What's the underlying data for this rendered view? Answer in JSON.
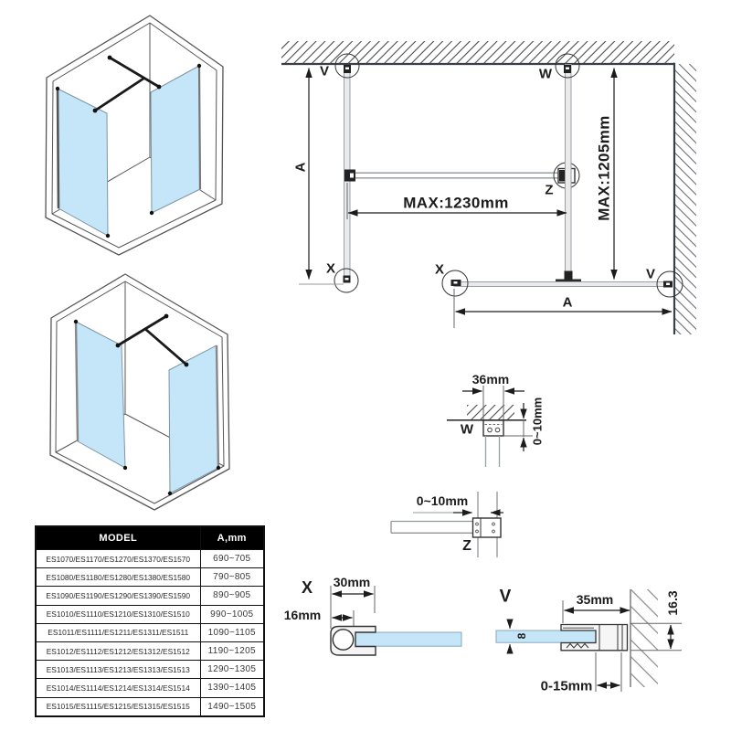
{
  "colors": {
    "glass_blue": "#c5e6f8",
    "line_dark": "#1c1c1c",
    "line_gray": "#8f959a",
    "panel_gray": "#eaeaea",
    "table_header_bg": "#000000",
    "table_header_text": "#ffffff"
  },
  "plan": {
    "label_v_top": "V",
    "label_w": "W",
    "label_z": "Z",
    "label_x_left": "X",
    "label_x_mid": "X",
    "label_v_right": "V",
    "dim_a_left": "A",
    "dim_a_bottom": "A",
    "dim_max_width": "MAX:1230mm",
    "dim_max_height": "MAX:1205mm"
  },
  "detail_w": {
    "label": "W",
    "dim_width": "36mm",
    "dim_range": "0~10mm"
  },
  "detail_z": {
    "label": "Z",
    "dim_range": "0~10mm"
  },
  "detail_x": {
    "label": "X",
    "dim_width": "30mm",
    "dim_inset": "16mm"
  },
  "detail_v": {
    "label": "V",
    "dim_width": "35mm",
    "dim_glass": "8",
    "dim_height": "16.3",
    "dim_range": "0-15mm"
  },
  "table": {
    "headers": [
      "MODEL",
      "A,mm"
    ],
    "rows": [
      {
        "model": "ES1070/ES1170/ES1270/ES1370/ES1570",
        "a": "690~705"
      },
      {
        "model": "ES1080/ES1180/ES1280/ES1380/ES1580",
        "a": "790~805"
      },
      {
        "model": "ES1090/ES1190/ES1290/ES1390/ES1590",
        "a": "890~905"
      },
      {
        "model": "ES1010/ES1110/ES1210/ES1310/ES1510",
        "a": "990~1005"
      },
      {
        "model": "ES1011/ES1111/ES1211/ES1311/ES1511",
        "a": "1090~1105"
      },
      {
        "model": "ES1012/ES1112/ES1212/ES1312/ES1512",
        "a": "1190~1205"
      },
      {
        "model": "ES1013/ES1113/ES1213/ES1313/ES1513",
        "a": "1290~1305"
      },
      {
        "model": "ES1014/ES1114/ES1214/ES1314/ES1514",
        "a": "1390~1405"
      },
      {
        "model": "ES1015/ES1115/ES1215/ES1315/ES1515",
        "a": "1490~1505"
      }
    ]
  }
}
